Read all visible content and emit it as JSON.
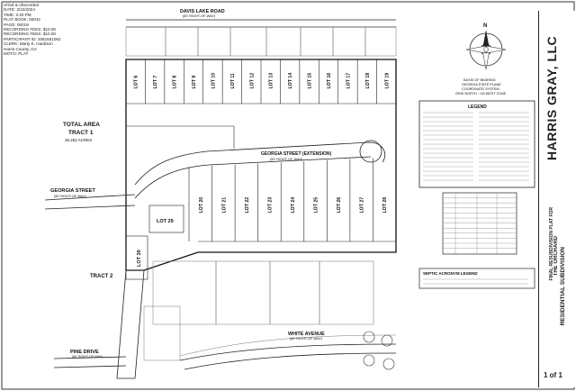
{
  "stamp": {
    "lines": [
      "of-led & ofrecorded",
      "DATE: 2/22/2024",
      "TIME: 2:20 PM",
      "PLAT BOOK: 00042",
      "PAGE: 00019",
      "RECORDING FEES: $10.00",
      "RECORDING FEES: $10.00",
      "PARTICIPANT ID: 2081651082",
      "CLERK: Marty K. Hardison",
      "Harris County, GA",
      "MOTO: PLAT"
    ]
  },
  "roads": {
    "davis_lake": {
      "name": "DAVIS LAKE ROAD",
      "row": "(60' RIGHT-OF-WAY)"
    },
    "georgia_ext": {
      "name": "GEORGIA STREET (EXTENSION)",
      "row": "(60' RIGHT-OF-WAY)"
    },
    "georgia": {
      "name": "GEORGIA STREET",
      "row": "(50' RIGHT-OF-WAY)"
    },
    "white_avenue": {
      "name": "WHITE AVENUE",
      "row": "(60' RIGHT-OF-WAY)"
    },
    "pine_drive": {
      "name": "PINE DRIVE",
      "row": "(60' RIGHT-OF-WAY)"
    }
  },
  "tracts": {
    "total_label": "TOTAL AREA",
    "tract1": "TRACT 1",
    "tract1_area": "25.262 ACRES",
    "tract2": "TRACT 2"
  },
  "legend_title": "LEGEND",
  "septic_legend_title": "SEPTIC ACRONYM LEGEND",
  "north_arrow_label": "N",
  "basis_note": [
    "BASIS OF BEARING",
    "GEORGIA STATE PLANE",
    "COORDINATE SYSTEM",
    "GRID NORTH - GA WEST ZONE"
  ],
  "title_block": {
    "firm": "HARRIS GRAY, LLC",
    "plat_type": "FINAL RESUBDIVISION PLAT FOR",
    "project_line1": "THE ORCHARD",
    "project_line2": "RESIDENTIAL SUBDIVISION",
    "sheet": "1 of 1"
  },
  "lots": {
    "north_row": [
      "LOT 6",
      "LOT 7",
      "LOT 8",
      "LOT 9",
      "LOT 10",
      "LOT 11",
      "LOT 12",
      "LOT 13",
      "LOT 14",
      "LOT 15",
      "LOT 16",
      "LOT 17",
      "LOT 18",
      "LOT 19"
    ],
    "south_row": [
      "LOT 20",
      "LOT 21",
      "LOT 22",
      "LOT 23",
      "LOT 24",
      "LOT 25",
      "LOT 26",
      "LOT 27",
      "LOT 28"
    ],
    "west": [
      "LOT 29",
      "LOT 30"
    ]
  },
  "colors": {
    "line": "#1a1a1a",
    "paper": "#ffffff",
    "faint": "#888888"
  }
}
